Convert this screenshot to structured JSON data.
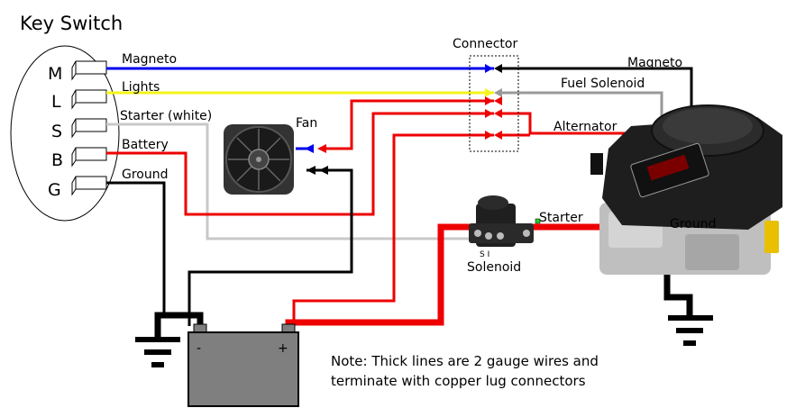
{
  "key_switch": {
    "title": "Key Switch",
    "letters": [
      "M",
      "L",
      "S",
      "B",
      "G"
    ]
  },
  "wire_labels": {
    "magneto": "Magneto",
    "lights": "Lights",
    "starter_white": "Starter (white)",
    "battery": "Battery",
    "ground": "Ground"
  },
  "components": {
    "fan": "Fan",
    "connector": "Connector",
    "solenoid": "Solenoid",
    "solenoid_terminals": "S I",
    "battery_minus": "-",
    "battery_plus": "+"
  },
  "engine_labels": {
    "magneto": "Magneto",
    "fuel_solenoid": "Fuel Solenoid",
    "alternator": "Alternator",
    "starter": "Starter",
    "ground": "Ground"
  },
  "note": {
    "line1": "Note: Thick lines are 2 gauge wires and",
    "line2": "terminate with copper lug connectors"
  },
  "colors": {
    "magneto": "#0000ee",
    "lights": "#f5f51a",
    "starter": "#c8c8c8",
    "battery": "#ee0000",
    "ground": "#000000",
    "fuel_solenoid": "#999999",
    "battery_body": "#7f7f7f"
  }
}
